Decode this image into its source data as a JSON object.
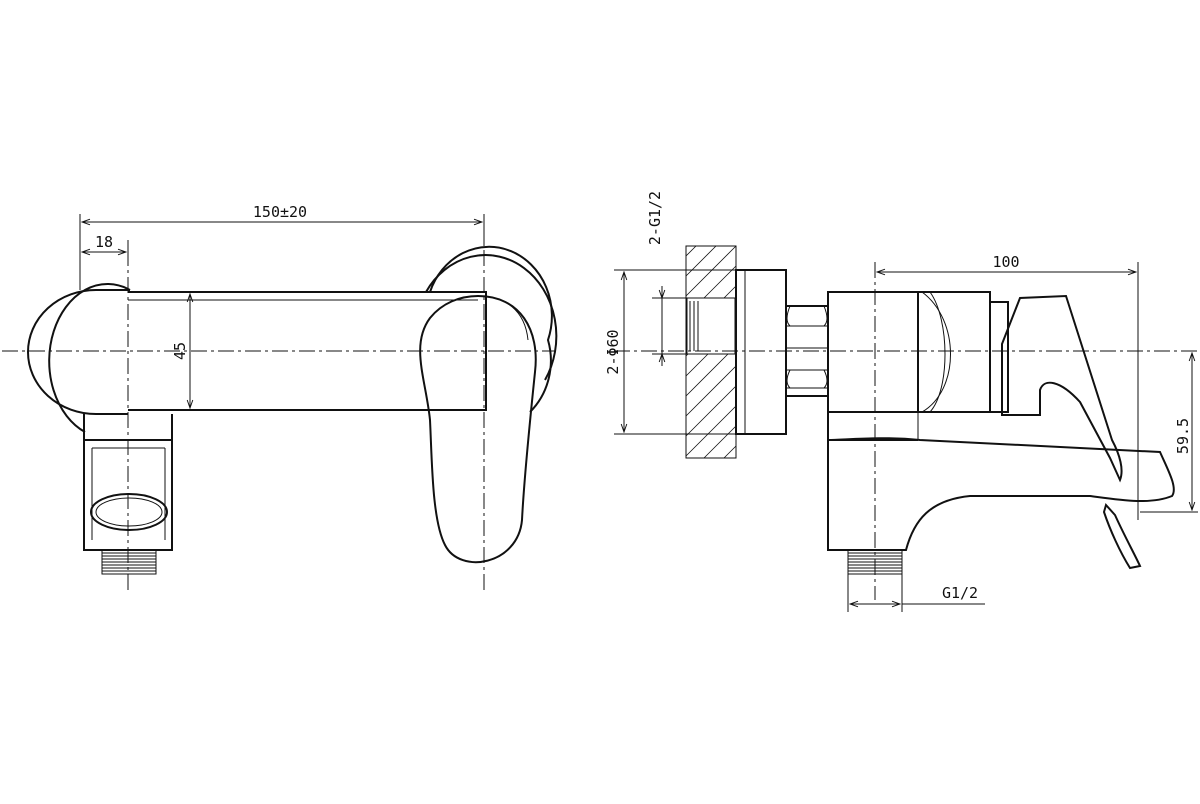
{
  "dimensions": {
    "overall_width": "150±20",
    "eccentric_offset": "18",
    "body_height": "45",
    "projection": "100",
    "inlet_thread_top": "2-G1/2",
    "flange_diameter": "2-Φ60",
    "spout_height": "59.5",
    "outlet_thread": "G1/2"
  }
}
